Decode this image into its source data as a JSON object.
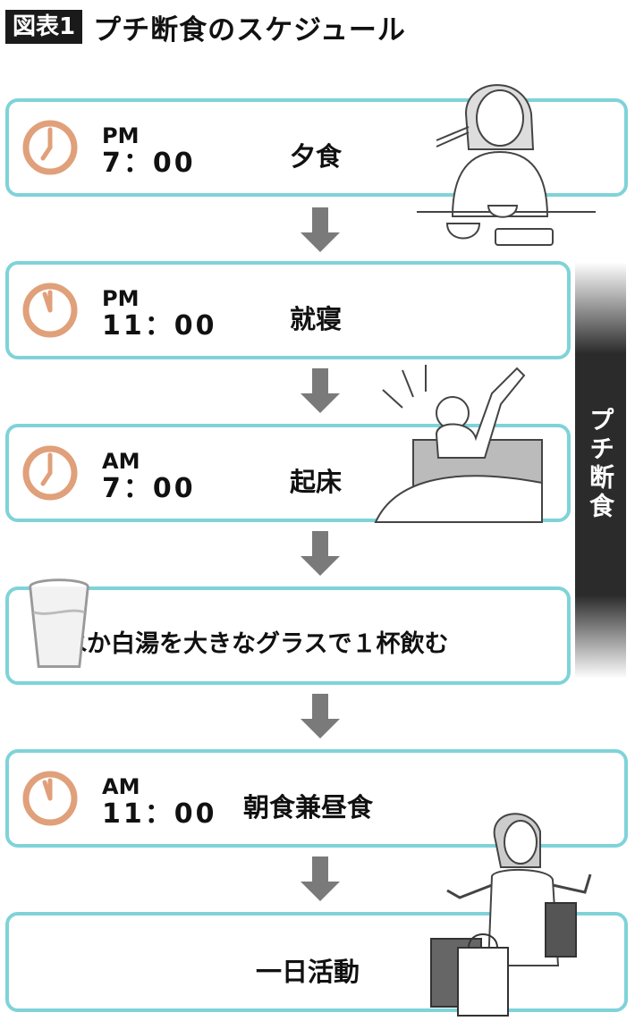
{
  "header": {
    "badge": "図表1",
    "title": "プチ断食のスケジュール"
  },
  "schedule": [
    {
      "ampm": "PM",
      "time": "7：00",
      "label": "夕食"
    },
    {
      "ampm": "PM",
      "time": "11：00",
      "label": "就寝"
    },
    {
      "ampm": "AM",
      "time": "7：00",
      "label": "起床"
    },
    {
      "label": "水か白湯を大きなグラスで１杯飲む"
    },
    {
      "ampm": "AM",
      "time": "11：00",
      "label": "朝食兼昼食"
    },
    {
      "label": "一日活動"
    }
  ],
  "fasting_label": "プチ断食",
  "colors": {
    "box_border": "#7fd3d8",
    "clock": "#e0a07a",
    "arrow": "#7a7a7a",
    "fasting_bar": "#2b2b2b"
  },
  "icons": [
    "clock-icon",
    "down-arrow-icon",
    "water-glass-icon",
    "woman-eating-illustration",
    "woman-waking-illustration",
    "woman-shopping-illustration"
  ]
}
